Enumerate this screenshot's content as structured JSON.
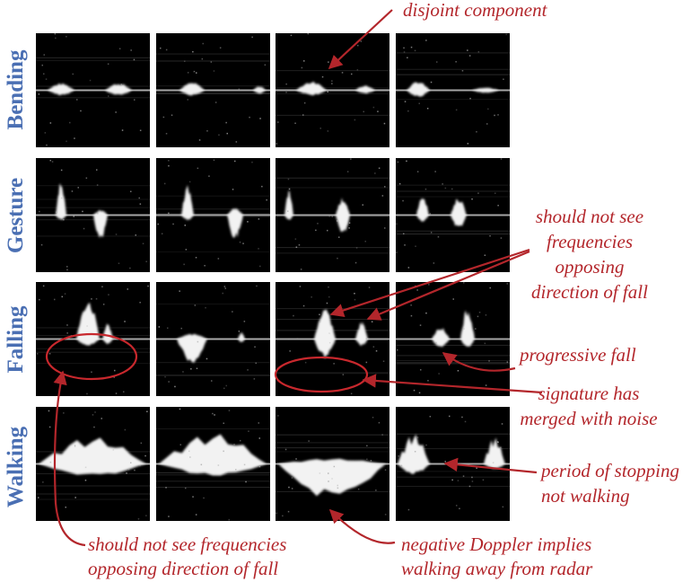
{
  "row_labels": [
    "Bending",
    "Gesture",
    "Falling",
    "Walking"
  ],
  "annotations": {
    "disjoint": "disjoint component",
    "opposing_top": [
      "should not see",
      "frequencies",
      "opposing",
      "direction of fall"
    ],
    "progressive": "progressive fall",
    "merged": [
      "signature has",
      "merged with noise"
    ],
    "stopping": [
      "period of stopping",
      "not walking"
    ],
    "opposing_bottom": [
      "should not see frequencies",
      "opposing direction of fall"
    ],
    "negative": [
      "negative Doppler implies",
      "walking away from radar"
    ]
  },
  "colors": {
    "label": "#4a6fb3",
    "annotation": "#b3262b",
    "panel": "#000000"
  }
}
